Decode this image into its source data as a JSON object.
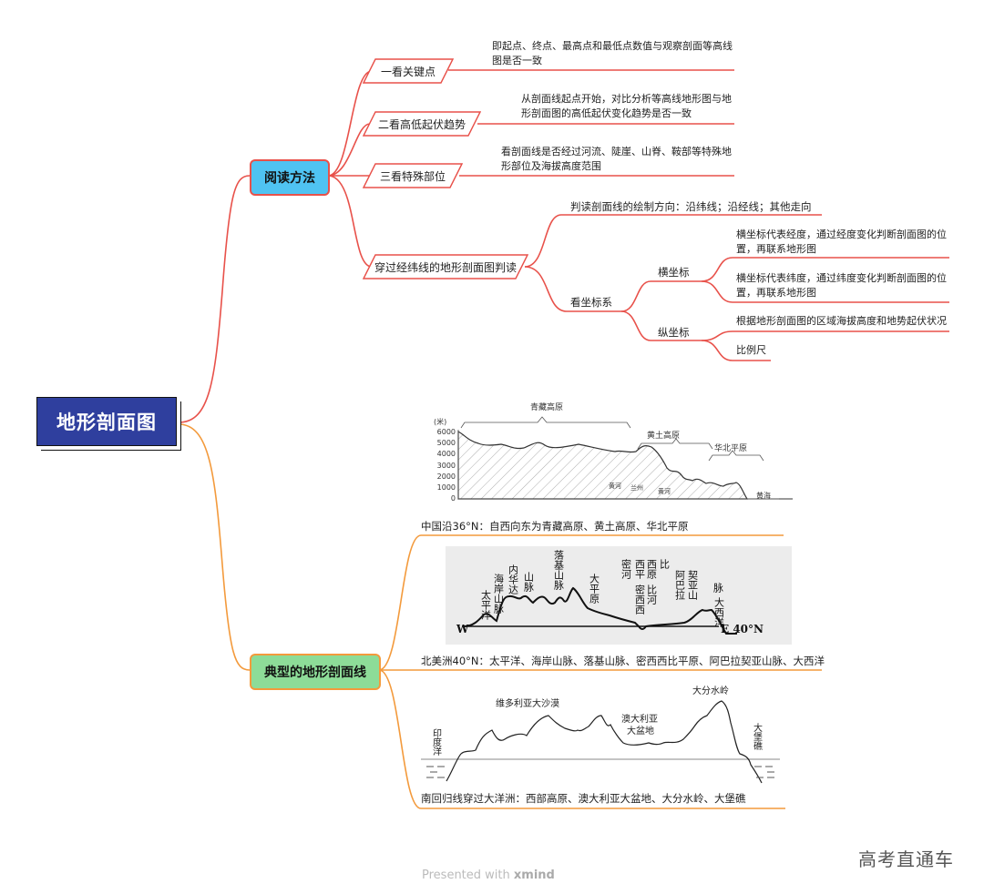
{
  "root": {
    "label": "地形剖面图"
  },
  "branches": [
    {
      "label": "阅读方法",
      "color": "#e8514a",
      "fill": "#4fc3f2",
      "children": [
        {
          "label": "一看关键点",
          "detail": [
            "即起点、终点、最高点和最低点数值与观察剖面等高线",
            "图是否一致"
          ]
        },
        {
          "label": "二看高低起伏趋势",
          "detail": [
            "从剖面线起点开始，对比分析等高线地形图与地",
            "形剖面图的高低起伏变化趋势是否一致"
          ]
        },
        {
          "label": "三看特殊部位",
          "detail": [
            "看剖面线是否经过河流、陡崖、山脊、鞍部等特殊地",
            "形部位及海拔高度范围"
          ]
        },
        {
          "label": "穿过经纬线的地形剖面图判读",
          "children": [
            {
              "label": "判读剖面线的绘制方向：沿纬线；沿经线；其他走向"
            },
            {
              "label": "看坐标系",
              "children": [
                {
                  "label": "横坐标",
                  "children": [
                    {
                      "label": [
                        "横坐标代表经度，通过经度变化判断剖面图的位",
                        "置，再联系地形图"
                      ]
                    },
                    {
                      "label": [
                        "横坐标代表纬度，通过纬度变化判断剖面图的位",
                        "置，再联系地形图"
                      ]
                    }
                  ]
                },
                {
                  "label": "纵坐标",
                  "children": [
                    {
                      "label": [
                        "根据地形剖面图的区域海拔高度和地势起伏状况"
                      ]
                    },
                    {
                      "label": [
                        "比例尺"
                      ]
                    }
                  ]
                }
              ]
            }
          ]
        }
      ]
    },
    {
      "label": "典型的地形剖面线",
      "color": "#f39a3c",
      "fill": "#8ddc98",
      "children": [
        {
          "caption": "中国沿36°N：自西向东为青藏高原、黄土高原、华北平原",
          "figure": {
            "y_unit": "(米)",
            "y_ticks": [
              "6000",
              "5000",
              "4000",
              "3000",
              "2000",
              "1000",
              "0"
            ],
            "regions": [
              "青藏高原",
              "黄土高原",
              "华北平原"
            ],
            "labels": [
              "黄河",
              "兰州",
              "黄河",
              "黄海"
            ]
          }
        },
        {
          "caption": "北美洲40°N：太平洋、海岸山脉、落基山脉、密西西比平原、阿巴拉契亚山脉、大西洋",
          "figure": {
            "labels": [
              "太平洋",
              "海岸山脉",
              "内华达",
              "山脉",
              "落基山脉",
              "大平原",
              "密河",
              "西平",
              "西原",
              "比",
              "密西西",
              "比河",
              "阿巴拉",
              "契亚山",
              "脉",
              "大西洋"
            ],
            "west": "W",
            "east": "E 40°N"
          }
        },
        {
          "caption": "南回归线穿过大洋洲：西部高原、澳大利亚大盆地、大分水岭、大堡礁",
          "figure": {
            "labels": [
              "印度洋",
              "维多利亚大沙漠",
              "澳大利亚",
              "大盆地",
              "大分水岭",
              "大堡礁"
            ]
          }
        }
      ]
    }
  ],
  "footer": {
    "presented": "Presented with",
    "brand": "xmind"
  },
  "watermark": "高考直通车"
}
